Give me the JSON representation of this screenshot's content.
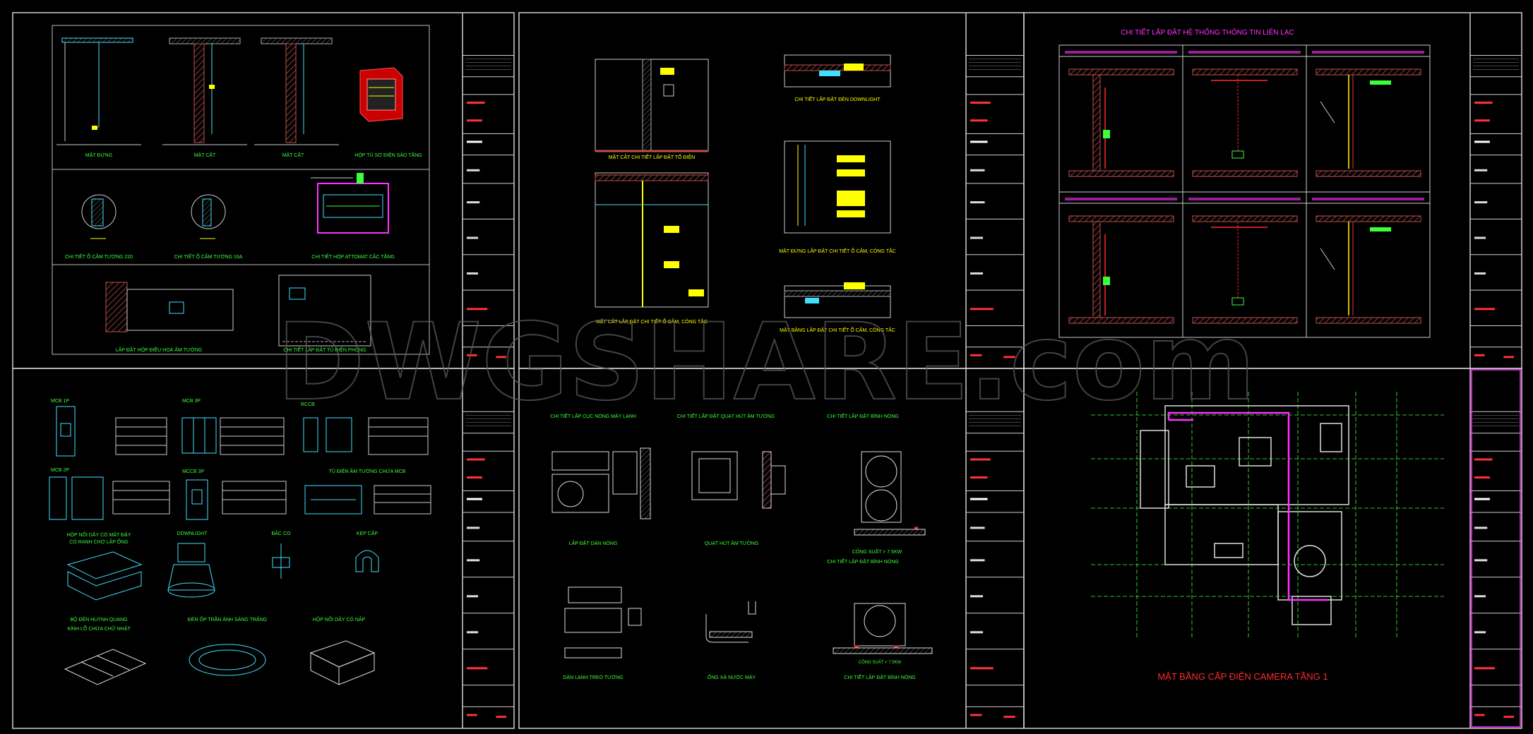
{
  "watermark": {
    "text": "DWGSHARE.com"
  },
  "colors": {
    "frame": "#d0d0d0",
    "cyan": "#3fe0ff",
    "green": "#3aff3a",
    "yellow": "#ffff00",
    "red": "#ff2a2a",
    "magenta": "#ff33ff",
    "hatch": "#c0504d",
    "pink": "#ff7fbf",
    "grey": "#9a9a9a"
  },
  "sheet1": {
    "labels": {
      "mat_dung": "MẶT ĐỨNG",
      "mat_cat1": "MẶT CẮT",
      "mat_cat2": "MẶT CẮT",
      "hop_tu": "HỘP TỦ SƠ ĐIỆN SẢO TẦNG",
      "chi_tiet_o_cam1": "CHI TIẾT Ổ CẮM TƯỜNG 220",
      "chi_tiet_o_cam2": "CHI TIẾT Ổ CẮM TƯỜNG 16A",
      "hop_attomat": "CHI TIẾT HỘP ATTOMAT CẮC TẦNG",
      "lap_hop": "LẮP ĐẶT HỘP ĐIỀU HOÀ ÂM TƯỜNG",
      "tu_dien_phong": "CHI TIẾT LẮP ĐẶT TỦ ĐIỆN PHÒNG"
    }
  },
  "sheet2": {
    "labels": {
      "mat_cat_to_dien": "MẶT CẮT CHI TIẾT LẮP ĐẶT TỔ ĐIỆN",
      "downlight": "CHI TIẾT LẮP ĐẶT ĐÈN DOWNLIGHT",
      "mat_cat_o_cam": "MẶT CẮT LẮP ĐẶT CHI TIẾT Ổ CẮM, CÔNG TẮC",
      "mat_dung_o_cam": "MẶT ĐỨNG LẮP ĐẶT CHI TIẾT Ổ CẮM, CÔNG TẮC",
      "mat_bang_o_cam": "MẶT BẰNG LẮP ĐẶT CHI TIẾT Ổ CẮM, CÔNG TẮC"
    }
  },
  "sheet3": {
    "title": "CHI TIẾT LẮP ĐẶT HỆ THỐNG THÔNG TIN LIÊN LẠC"
  },
  "sheet4": {
    "labels": {
      "mcb1p": "MCB 1P",
      "mcb3p": "MCB 3P",
      "rccb": "RCCB",
      "mcb2p": "MCB 2P",
      "mccb3p": "MCCB 3P",
      "tu_dien": "TỦ ĐIỆN ÂM TƯỜNG CHỨA MCB",
      "hop_noi": "HỘP NỐI DÂY CÓ MẶT ĐẬY",
      "hop_noi2": "CÓ RANH CHỜ LẮP ỐNG",
      "downlight": "DOWNLIGHT",
      "bac_co": "BẮC CO",
      "kep_cap": "KẸP CẮP",
      "bo_den": "BỘ ĐÈN HUỲNH QUANG",
      "bo_den2": "KÍNH LỖ CHỨA CHỮ NHẬT",
      "den_op_tran": "ĐÈN ỐP TRẦN ÁNH SÁNG TRẮNG",
      "hop_noi_day": "HỘP NỐI DÂY CÓ NẮP"
    }
  },
  "sheet5": {
    "labels": {
      "may_lanh_title": "CHI TIẾT LẮP CỤC NÓNG MÁY LẠNH",
      "quat_hut_title": "CHI TIẾT LẮP ĐẶT QUẠT HÚT ÂM TƯỜNG",
      "binh_nong_title": "CHI TIẾT LẮP ĐẶT BÌNH NÓNG",
      "lap_dat_dan_nong": "LẮP ĐẶT DÀN NÓNG",
      "quat_hut": "QUẠT HÚT ÂM TƯỜNG",
      "cong_suat1": "CÔNG SUẤT > 7.5KW",
      "binh_nong2": "CHI TIẾT LẮP ĐẶT BÌNH NÓNG",
      "dan_lanh": "DÀN LẠNH TREO TƯỜNG",
      "ong_xa": "ỐNG XẢ NƯỚC MÁY",
      "cong_suat2": "CÔNG SUẤT < 7.5KW",
      "binh_nong3": "CHI TIẾT LẮP ĐẶT BÌNH NÓNG"
    }
  },
  "sheet6": {
    "title": "MẶT BẰNG CẤP ĐIỆN CAMERA TẦNG 1"
  }
}
